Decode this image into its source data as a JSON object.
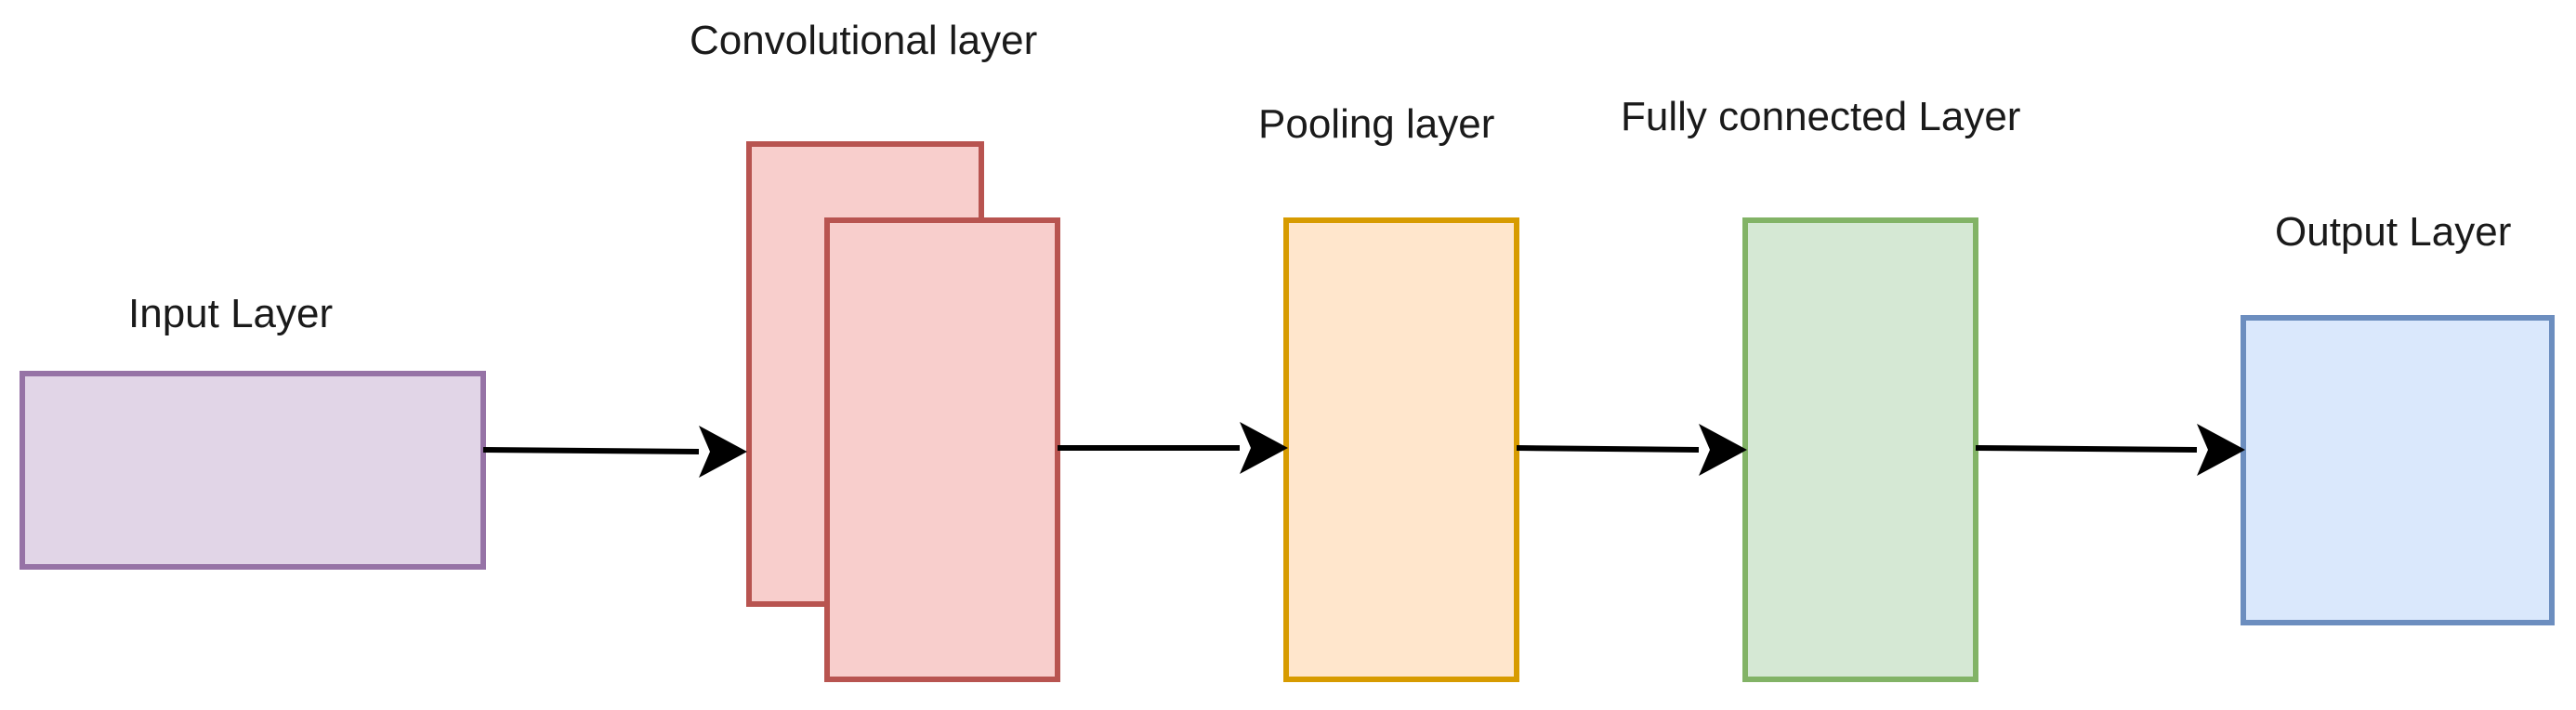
{
  "labels": {
    "input": "Input Layer",
    "conv": "Convolutional layer",
    "pool": "Pooling layer",
    "fc": "Fully connected Layer",
    "output": "Output Layer"
  },
  "colors": {
    "input_fill": "#e1d5e7",
    "input_stroke": "#9673a6",
    "conv_fill": "#f8cecc",
    "conv_stroke": "#b85450",
    "pool_fill": "#ffe6cc",
    "pool_stroke": "#d79b00",
    "fc_fill": "#d5e8d4",
    "fc_stroke": "#82b366",
    "output_fill": "#dae8fc",
    "output_stroke": "#6c8ebf",
    "arrow": "#000000"
  }
}
